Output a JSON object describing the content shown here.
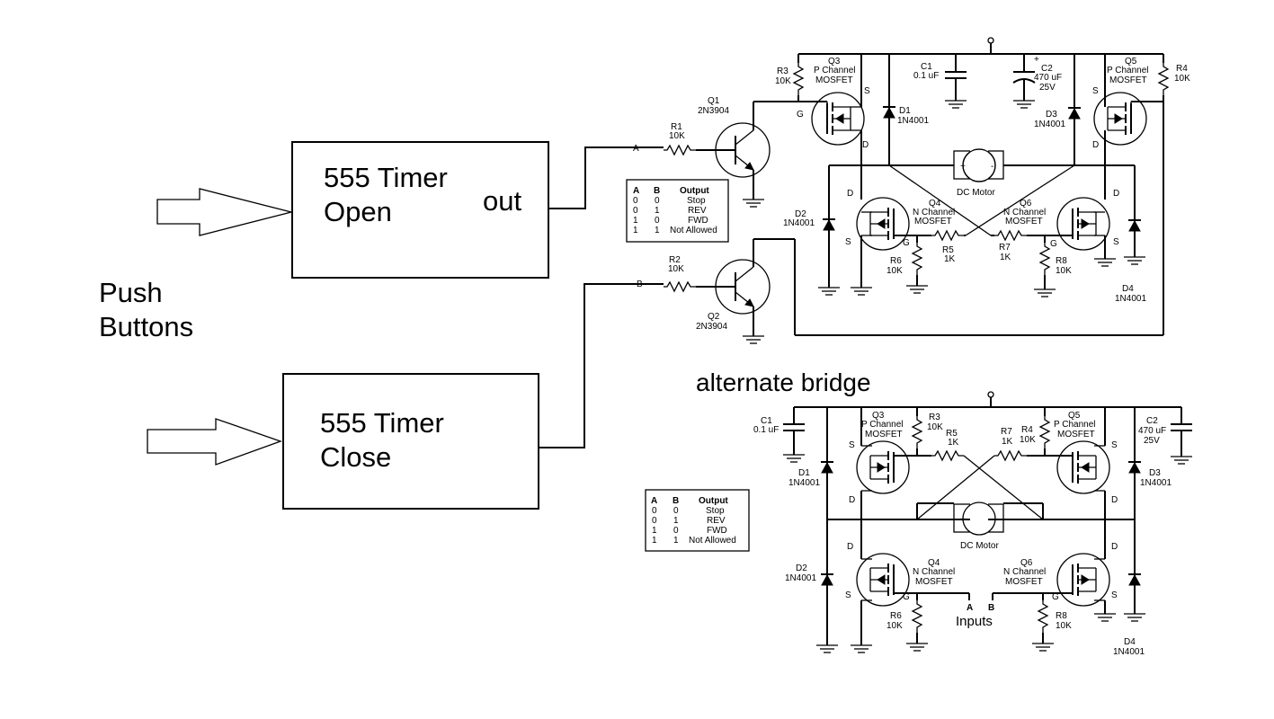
{
  "blocks": {
    "timer_open": {
      "line1": "555 Timer",
      "line2": "Open",
      "out": "out"
    },
    "timer_close": {
      "line1": "555 Timer",
      "line2": "Close"
    },
    "push_buttons": {
      "line1": "Push",
      "line2": "Buttons"
    }
  },
  "top_bridge": {
    "input_a": "A",
    "input_b": "B",
    "q1": {
      "name": "Q1",
      "part": "2N3904"
    },
    "q2": {
      "name": "Q2",
      "part": "2N3904"
    },
    "r1": {
      "name": "R1",
      "value": "10K"
    },
    "r2": {
      "name": "R2",
      "value": "10K"
    },
    "r3": {
      "name": "R3",
      "value": "10K"
    },
    "r4": {
      "name": "R4",
      "value": "10K"
    },
    "r5": {
      "name": "R5",
      "value": "1K"
    },
    "r6": {
      "name": "R6",
      "value": "10K"
    },
    "r7": {
      "name": "R7",
      "value": "1K"
    },
    "r8": {
      "name": "R8",
      "value": "10K"
    },
    "c1": {
      "name": "C1",
      "value": "0.1 uF"
    },
    "c2": {
      "name": "C2",
      "value": "470 uF",
      "voltage": "25V",
      "plus": "+"
    },
    "d1": {
      "name": "D1",
      "part": "1N4001"
    },
    "d2": {
      "name": "D2",
      "part": "1N4001"
    },
    "d3": {
      "name": "D3",
      "part": "1N4001"
    },
    "d4": {
      "name": "D4",
      "part": "1N4001"
    },
    "q3": {
      "name": "Q3",
      "type1": "P Channel",
      "type2": "MOSFET"
    },
    "q4": {
      "name": "Q4",
      "type1": "N Channel",
      "type2": "MOSFET"
    },
    "q5": {
      "name": "Q5",
      "type1": "P Channel",
      "type2": "MOSFET"
    },
    "q6": {
      "name": "Q6",
      "type1": "N Channel",
      "type2": "MOSFET"
    },
    "motor": "DC Motor",
    "motor_plus": "+",
    "motor_minus": "-",
    "pin_s": "S",
    "pin_d": "D",
    "pin_g": "G"
  },
  "truth_table": {
    "headers": [
      "A",
      "B",
      "Output"
    ],
    "rows": [
      [
        "0",
        "0",
        "Stop"
      ],
      [
        "0",
        "1",
        "REV"
      ],
      [
        "1",
        "0",
        "FWD"
      ],
      [
        "1",
        "1",
        "Not Allowed"
      ]
    ]
  },
  "alt_bridge": {
    "title": "alternate bridge",
    "inputs_label": "Inputs",
    "input_a": "A",
    "input_b": "B",
    "c1": {
      "name": "C1",
      "value": "0.1 uF"
    },
    "c2": {
      "name": "C2",
      "value": "470 uF",
      "voltage": "25V"
    },
    "r3": {
      "name": "R3",
      "value": "10K"
    },
    "r4": {
      "name": "R4",
      "value": "10K"
    },
    "r5": {
      "name": "R5",
      "value": "1K"
    },
    "r6": {
      "name": "R6",
      "value": "10K"
    },
    "r7": {
      "name": "R7",
      "value": "1K"
    },
    "r8": {
      "name": "R8",
      "value": "10K"
    },
    "d1": {
      "name": "D1",
      "part": "1N4001"
    },
    "d2": {
      "name": "D2",
      "part": "1N4001"
    },
    "d3": {
      "name": "D3",
      "part": "1N4001"
    },
    "d4": {
      "name": "D4",
      "part": "1N4001"
    },
    "q3": {
      "name": "Q3",
      "type1": "P Channel",
      "type2": "MOSFET"
    },
    "q4": {
      "name": "Q4",
      "type1": "N Channel",
      "type2": "MOSFET"
    },
    "q5": {
      "name": "Q5",
      "type1": "P Channel",
      "type2": "MOSFET"
    },
    "q6": {
      "name": "Q6",
      "type1": "N Channel",
      "type2": "MOSFET"
    },
    "motor": "DC Motor",
    "motor_plus": "+",
    "motor_minus": "-",
    "pin_s": "S",
    "pin_d": "D",
    "pin_g": "G"
  }
}
